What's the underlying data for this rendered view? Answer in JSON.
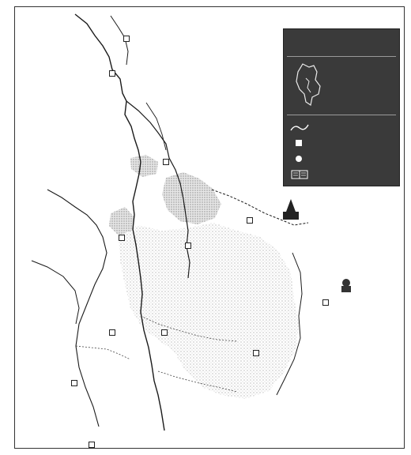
{
  "map": {
    "colors": {
      "background": "#ffffff",
      "border": "#333333",
      "land_stipple": "#bdbdbd",
      "river": "#1a1a1a",
      "legend_bg": "#3a3a3a",
      "legend_text": "#ffffff"
    },
    "legend": {
      "title": "",
      "inset_caption": "",
      "items": [
        {
          "icon": "river-icon",
          "label": ""
        },
        {
          "icon": "square-marker-icon",
          "label": ""
        },
        {
          "icon": "circle-marker-icon",
          "label": ""
        },
        {
          "icon": "chronicle-book-icon",
          "label": ""
        }
      ]
    },
    "places": [
      {
        "id": "north-top",
        "marker": "square",
        "label": ""
      },
      {
        "id": "north-west",
        "marker": "square",
        "label": ""
      },
      {
        "id": "upper-right",
        "marker": "square",
        "label": ""
      },
      {
        "id": "mid-right",
        "marker": "square",
        "label": ""
      },
      {
        "id": "center-left",
        "marker": "square",
        "label": ""
      },
      {
        "id": "center",
        "marker": "square",
        "label": ""
      },
      {
        "id": "center-right",
        "marker": "square",
        "label": ""
      },
      {
        "id": "far-left",
        "marker": "square",
        "label": ""
      },
      {
        "id": "left-mid",
        "marker": "square",
        "label": ""
      },
      {
        "id": "right-coast",
        "marker": "square",
        "label": ""
      },
      {
        "id": "far-right",
        "marker": "square",
        "label": ""
      },
      {
        "id": "lower-left",
        "marker": "square",
        "label": ""
      },
      {
        "id": "lower-center",
        "marker": "square",
        "label": ""
      },
      {
        "id": "lower-right",
        "marker": "square",
        "label": ""
      },
      {
        "id": "south-left",
        "marker": "square",
        "label": ""
      },
      {
        "id": "south-center",
        "marker": "none",
        "label": ""
      },
      {
        "id": "south-bottom",
        "marker": "square",
        "label": ""
      },
      {
        "id": "west-small",
        "marker": "none",
        "label": ""
      },
      {
        "id": "southwest",
        "marker": "none",
        "label": ""
      }
    ]
  }
}
